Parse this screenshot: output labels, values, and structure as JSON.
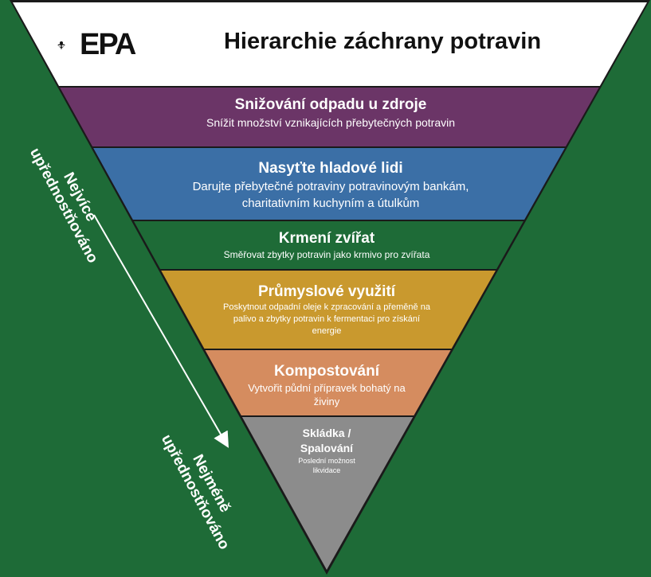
{
  "header": {
    "logo_text": "EPA",
    "title": "Hierarchie záchrany potravin"
  },
  "tiers": [
    {
      "title": "Snižování odpadu u zdroje",
      "subtitle": [
        "Snížit množství vznikajících přebytečných potravin"
      ],
      "color": "#6b3567"
    },
    {
      "title": "Nasyťte hladové lidi",
      "subtitle": [
        "Darujte přebytečné potraviny potravinovým bankám,",
        "charitativním kuchyním a útulkům"
      ],
      "color": "#3b6fa6"
    },
    {
      "title": "Krmení zvířat",
      "subtitle": [
        "Směřovat zbytky potravin jako krmivo pro zvířata"
      ],
      "color": "#1e6b37"
    },
    {
      "title": "Průmyslové využití",
      "subtitle": [
        "Poskytnout odpadní oleje k zpracování a přeměně na",
        "palivo a zbytky potravin k fermentaci pro získání",
        "energie"
      ],
      "color": "#c9992e"
    },
    {
      "title": "Kompostování",
      "subtitle": [
        "Vytvořit půdní přípravek bohatý na",
        "živiny"
      ],
      "color": "#d58c5f"
    },
    {
      "title": "Skládka /",
      "title2": "Spalování",
      "subtitle": [
        "Poslední možnost",
        "likvidace"
      ],
      "color": "#8c8c8c"
    }
  ],
  "side_labels": {
    "most": [
      "Nejvíce",
      "upřednostňováno"
    ],
    "least": [
      "Nejméně",
      "upřednostňováno"
    ]
  }
}
